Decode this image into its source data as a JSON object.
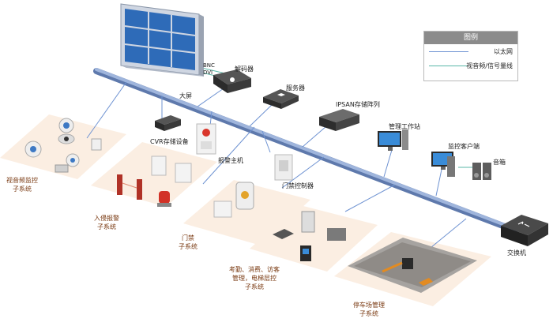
{
  "legend": {
    "title": "图例",
    "ethernet": "以太网",
    "av_signal": "视音频/信号量线",
    "colors": {
      "ethernet": "#6f93d2",
      "av_signal": "#58b7a7"
    }
  },
  "devices": {
    "screen": "大屏",
    "bnc": "BNC",
    "dvi": "DVI",
    "decoder": "解码器",
    "server": "服务器",
    "ipsan": "IPSAN存储阵列",
    "workstation": "管理工作站",
    "monitor_client": "监控客户端",
    "speaker": "音箱",
    "switch": "交换机",
    "cvr": "CVR存储设备",
    "alarm_host": "报警主机",
    "access_controller": "门禁控制器"
  },
  "subsystems": {
    "video": [
      "视音频监控",
      "子系统"
    ],
    "intrusion": [
      "入侵报警",
      "子系统"
    ],
    "access": [
      "门禁",
      "子系统"
    ],
    "attendance": [
      "考勤、消费、访客",
      "管理，电梯层控",
      "子系统"
    ],
    "parking": [
      "停车场管理",
      "子系统"
    ]
  },
  "icons": {
    "video_wall": "video-wall-icon",
    "decoder": "decoder-icon",
    "server": "server-icon",
    "storage": "storage-array-icon",
    "workstation": "workstation-icon",
    "switch": "switch-icon",
    "camera": "camera-icon",
    "beam_detector": "beam-detector-icon",
    "siren": "siren-icon",
    "card_reader": "card-reader-icon",
    "barrier_gate": "barrier-gate-icon"
  },
  "colors": {
    "backbone": "#7f98c9",
    "platform": "#f9e8d8",
    "subsystem_text": "#7a3a12"
  }
}
